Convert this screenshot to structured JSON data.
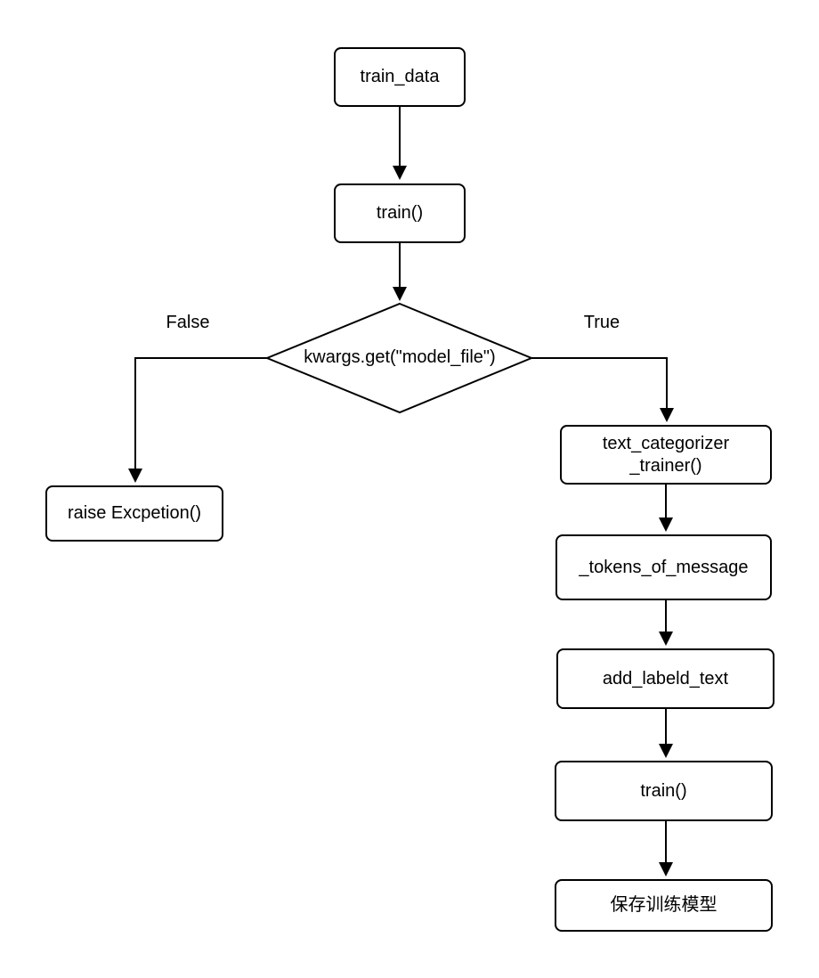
{
  "nodes": {
    "train_data": {
      "label": "train_data"
    },
    "train": {
      "label": "train()"
    },
    "decision": {
      "label": "kwargs.get(\"model_file\")"
    },
    "raise_exception": {
      "label": "raise Excpetion()"
    },
    "text_categorizer_trainer": {
      "label": "text_categorizer\n_trainer()"
    },
    "tokens_of_message": {
      "label": "_tokens_of_message"
    },
    "add_labeld_text": {
      "label": "add_labeld_text"
    },
    "train_2": {
      "label": "train()"
    },
    "save_model": {
      "label": "保存训练模型"
    }
  },
  "edge_labels": {
    "false": "False",
    "true": "True"
  },
  "colors": {
    "line": "#000000",
    "node_fill": "#ffffff",
    "text": "#000000",
    "background": "#ffffff"
  }
}
